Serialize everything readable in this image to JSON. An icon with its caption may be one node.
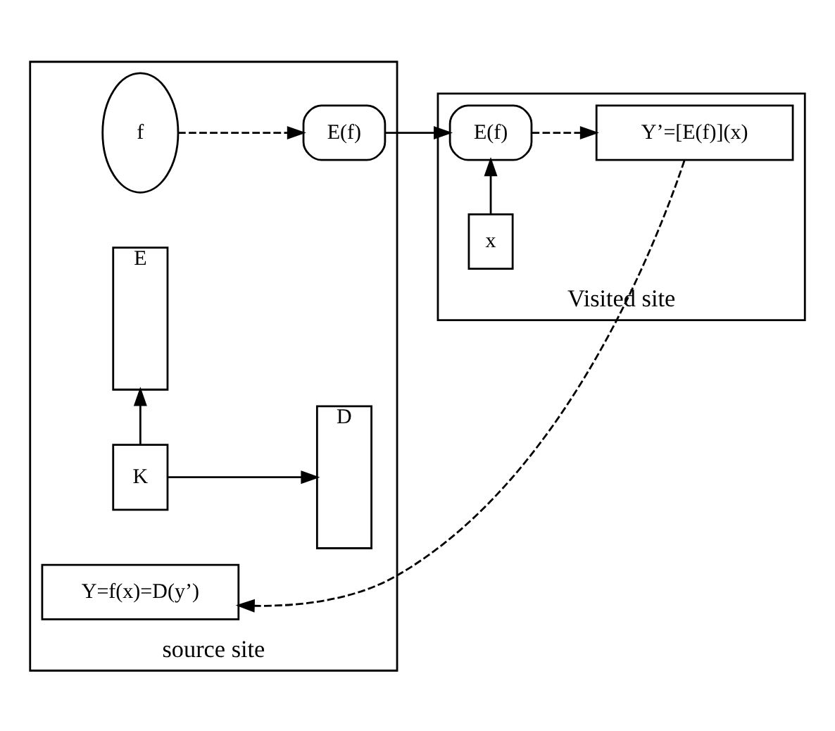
{
  "diagram": {
    "nodes": [
      {
        "text": [
          "source site"
        ]
      },
      {
        "text": [
          "f"
        ],
        "in": 0
      },
      {
        "text": [
          "E"
        ],
        "in": 0
      },
      {
        "text": [
          "E(f)"
        ],
        "in": 0
      },
      {
        "text": [
          "K"
        ],
        "in": 0
      },
      {
        "text": [
          "D"
        ],
        "in": 0
      },
      {
        "text": [
          "Y=f(x)=D(y’)"
        ],
        "in": 0
      },
      {
        "text": [
          "Visited site"
        ]
      },
      {
        "text": [
          "E(f)"
        ],
        "in": 7
      },
      {
        "text": [
          "x"
        ],
        "in": 7
      },
      {
        "text": [
          "Y’=[E(f)](x)"
        ],
        "in": 7
      }
    ],
    "edges": [
      {
        "from": 1,
        "to": 3,
        "arrow": "to",
        "style": "dashed"
      },
      {
        "from": 4,
        "to": 2,
        "arrow": "to"
      },
      {
        "from": 4,
        "to": 5,
        "arrow": "to"
      },
      {
        "from": 3,
        "to": 8,
        "arrow": "to"
      },
      {
        "from": 9,
        "to": 8,
        "arrow": "to"
      },
      {
        "from": 8,
        "to": 10,
        "arrow": "to",
        "style": "dashed"
      },
      {
        "from": 10,
        "to": 6,
        "arrow": "to",
        "style": "dashed"
      }
    ]
  }
}
